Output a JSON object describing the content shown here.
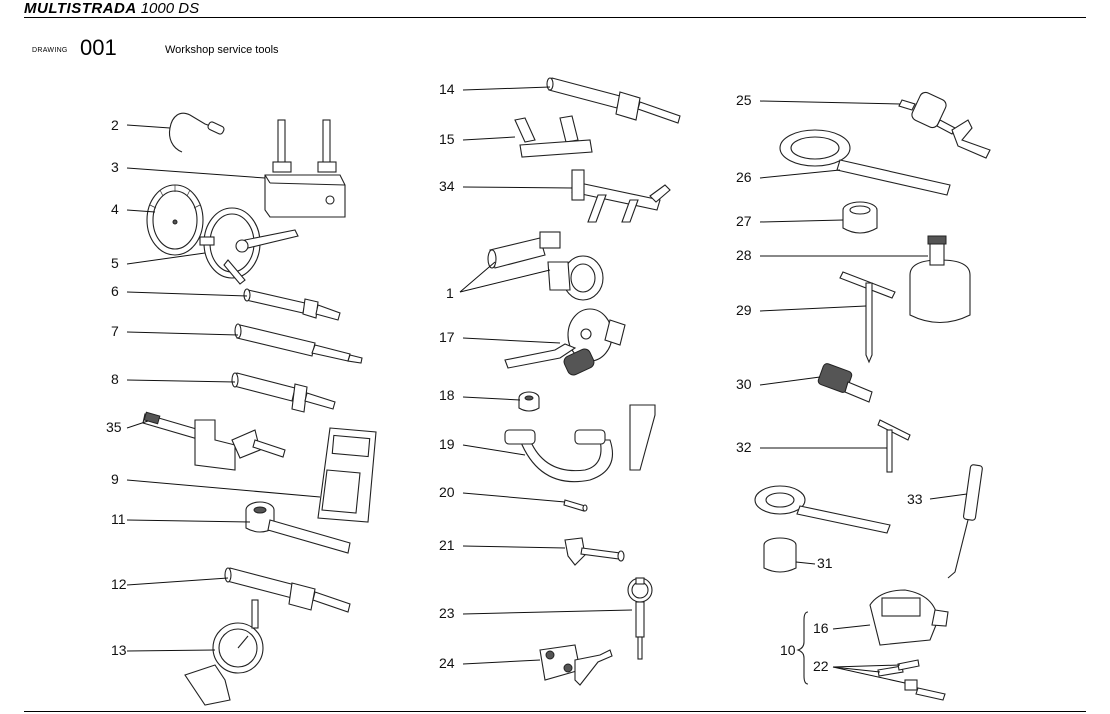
{
  "header": {
    "model_brand": "MULTISTRADA",
    "model_version": "1000 DS"
  },
  "drawing": {
    "label": "DRAWING",
    "number": "001",
    "title": "Workshop service tools"
  },
  "callouts": [
    "1",
    "2",
    "3",
    "4",
    "5",
    "6",
    "7",
    "8",
    "9",
    "10",
    "11",
    "12",
    "13",
    "14",
    "15",
    "16",
    "17",
    "18",
    "19",
    "20",
    "21",
    "22",
    "23",
    "24",
    "25",
    "26",
    "27",
    "28",
    "29",
    "30",
    "31",
    "32",
    "33",
    "34",
    "35"
  ],
  "icons": {
    "tools": [
      "pin-wrench",
      "dial-holder-bracket",
      "degree-wheel",
      "timing-disc",
      "drift-punch",
      "drift-punch",
      "drift-punch",
      "tester",
      "crank-puller",
      "drift-punch",
      "dial-gauge",
      "slide-hammer",
      "tool-plate",
      "cam-holder",
      "seal-installer",
      "flywheel-puller",
      "nut",
      "hook-wrench",
      "pin",
      "screw-clamp",
      "bore-gauge",
      "clamp-tool",
      "t-handle-puller",
      "spanner-wrench",
      "ring-nut",
      "bearing-puller",
      "t-handle",
      "extractor-screw",
      "socket",
      "hex-key",
      "probe",
      "alignment-tool",
      "threaded-puller"
    ]
  }
}
